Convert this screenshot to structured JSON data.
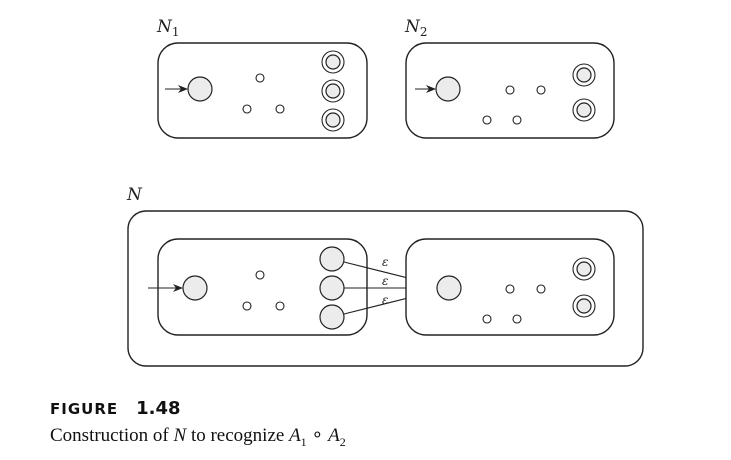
{
  "figure": {
    "label_word": "FIGURE",
    "number": "1.48",
    "caption_prefix": "Construction of ",
    "caption_var": "N",
    "caption_mid": " to recognize ",
    "caption_a1": "A",
    "caption_a1_sub": "1",
    "caption_op": " ∘ ",
    "caption_a2": "A",
    "caption_a2_sub": "2"
  },
  "machines": {
    "n1": {
      "name": "N",
      "subscript": "1"
    },
    "n2": {
      "name": "N",
      "subscript": "2"
    },
    "n": {
      "name": "N",
      "subscript": ""
    }
  },
  "transitions": {
    "epsilon_labels": [
      "ε",
      "ε",
      "ε"
    ]
  },
  "colors": {
    "stroke": "#222222",
    "state_fill": "#ececec"
  }
}
